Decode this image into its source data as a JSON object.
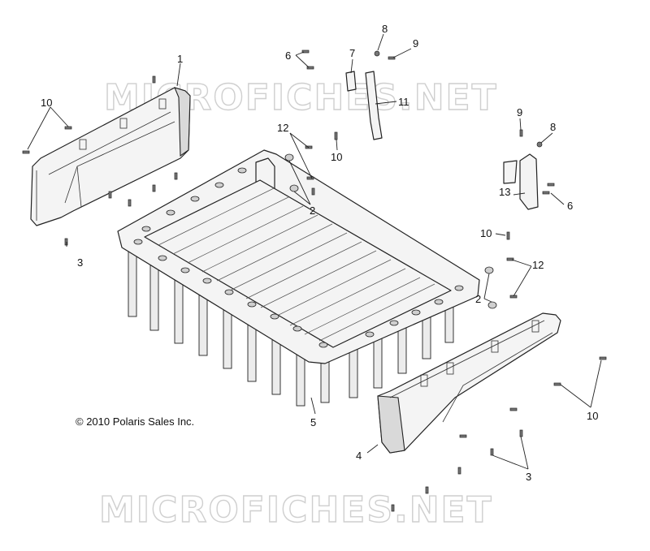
{
  "watermark": {
    "text": "MICROFICHES.NET"
  },
  "copyright": "© 2010 Polaris Sales Inc.",
  "callouts": {
    "c1": "1",
    "c2a": "2",
    "c2b": "2",
    "c3a": "3",
    "c3b": "3",
    "c4": "4",
    "c5": "5",
    "c6a": "6",
    "c6b": "6",
    "c7": "7",
    "c8a": "8",
    "c8b": "8",
    "c9a": "9",
    "c9b": "9",
    "c10a": "10",
    "c10b": "10",
    "c10c": "10",
    "c10d": "10",
    "c11": "11",
    "c12a": "12",
    "c12b": "12",
    "c13": "13"
  },
  "colors": {
    "line": "#222222",
    "watermark": "#cfcfcf",
    "fill": "#f4f4f4"
  }
}
